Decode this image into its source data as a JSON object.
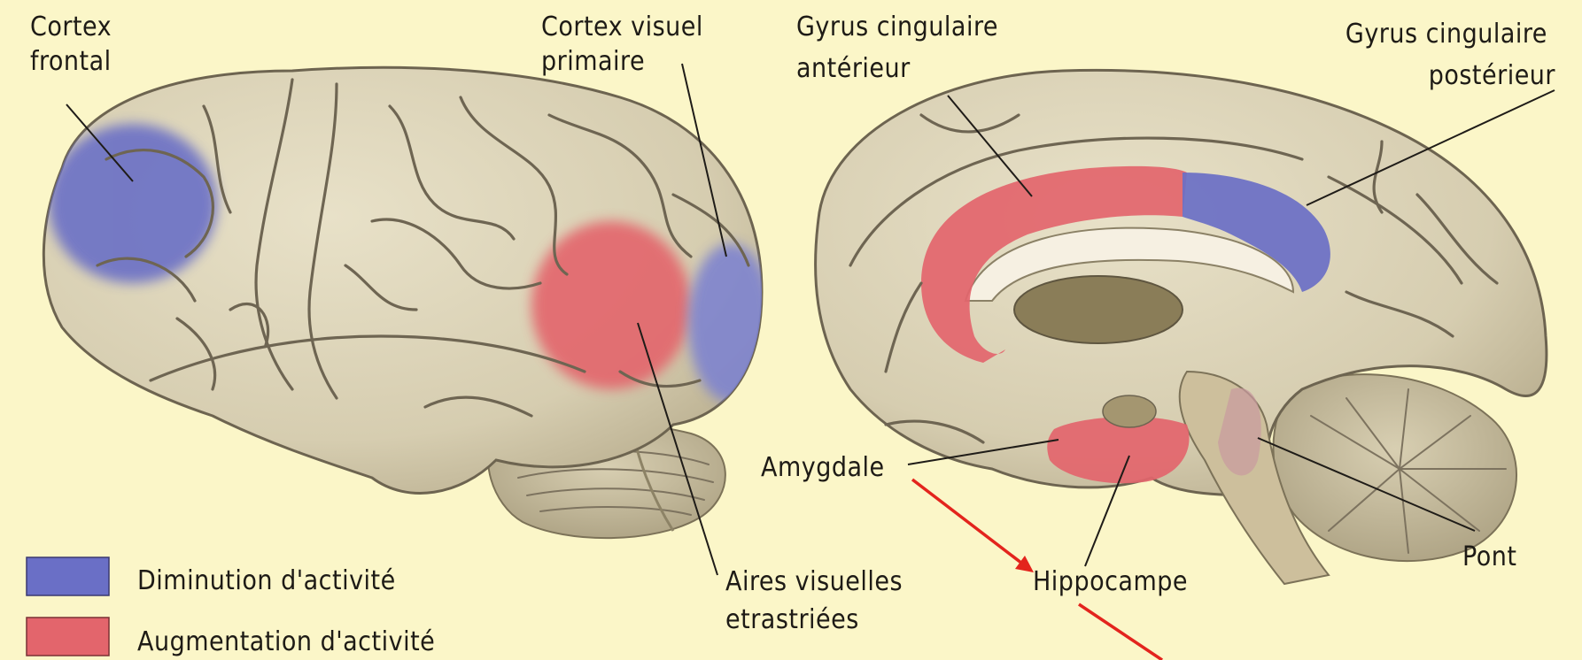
{
  "labels": {
    "cortex_frontal": [
      "Cortex",
      "frontal"
    ],
    "cortex_visuel_primaire": [
      "Cortex visuel",
      "primaire"
    ],
    "gyrus_cingulaire_anterieur": [
      "Gyrus cingulaire",
      "antérieur"
    ],
    "gyrus_cingulaire_posterieur": [
      "Gyrus cingulaire",
      "postérieur"
    ],
    "amygdale": "Amygdale",
    "hippocampe": "Hippocampe",
    "pont": "Pont",
    "aires_visuelles": [
      "Aires visuelles",
      "etrastriées"
    ]
  },
  "legend": {
    "decrease": {
      "label": "Diminution d'activité",
      "color": "#6a6fc6"
    },
    "increase": {
      "label": "Augmentation d'activité",
      "color": "#e3656c"
    }
  },
  "colors": {
    "background": "#fbf6c8",
    "brain": "#d8d0b5",
    "brain_shade": "#bdb396",
    "arrows": "#e3241d"
  }
}
